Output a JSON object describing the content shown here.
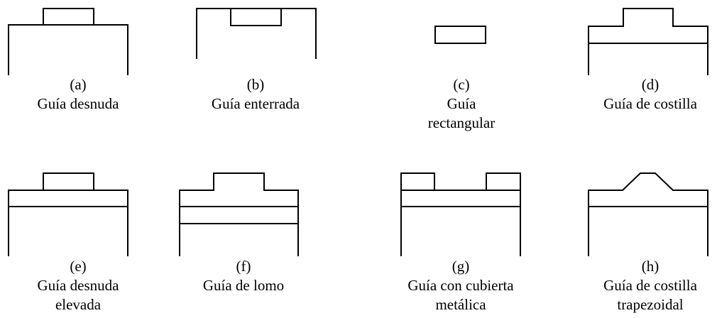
{
  "figure": {
    "panels": [
      {
        "id": "a",
        "letter": "(a)",
        "caption_lines": [
          "Guía desnuda"
        ]
      },
      {
        "id": "b",
        "letter": "(b)",
        "caption_lines": [
          "Guía enterrada"
        ]
      },
      {
        "id": "c",
        "letter": "(c)",
        "caption_lines": [
          "Guía",
          "rectangular"
        ]
      },
      {
        "id": "d",
        "letter": "(d)",
        "caption_lines": [
          "Guía de costilla"
        ]
      },
      {
        "id": "e",
        "letter": "(e)",
        "caption_lines": [
          "Guía desnuda",
          "elevada"
        ]
      },
      {
        "id": "f",
        "letter": "(f)",
        "caption_lines": [
          "Guía de lomo"
        ]
      },
      {
        "id": "g",
        "letter": "(g)",
        "caption_lines": [
          "Guía con cubierta",
          "metálica"
        ]
      },
      {
        "id": "h",
        "letter": "(h)",
        "caption_lines": [
          "Guía de costilla",
          "trapezoidal"
        ]
      }
    ],
    "stroke_color": "#000000"
  }
}
